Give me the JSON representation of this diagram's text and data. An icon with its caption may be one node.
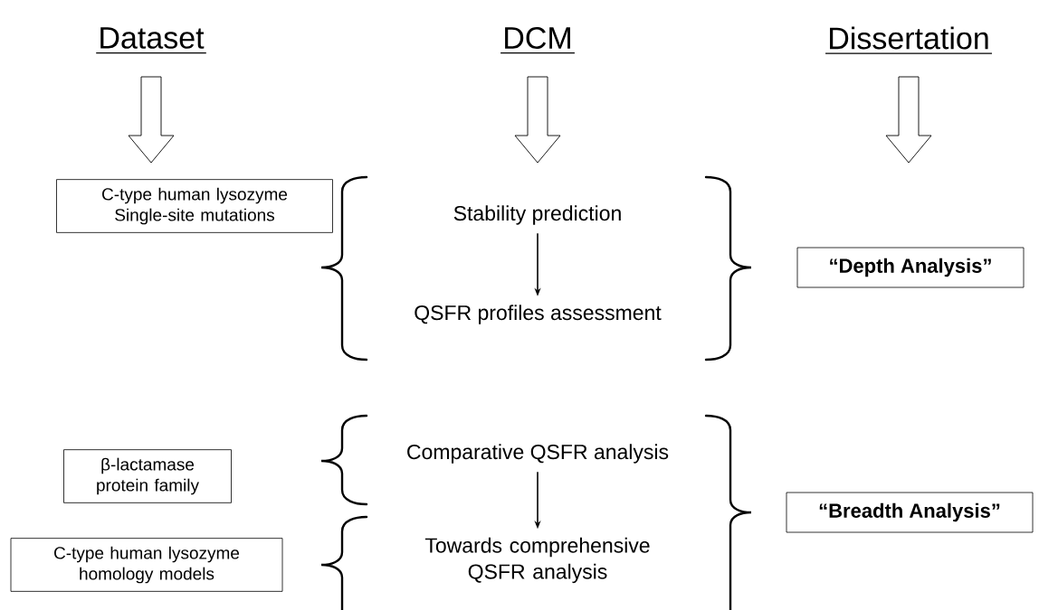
{
  "diagram": {
    "nodes": [
      {
        "text": [
          "Dataset"
        ]
      },
      {
        "text": [
          "DCM"
        ]
      },
      {
        "text": [
          "Dissertation"
        ]
      },
      {
        "text": [
          "C-type human lysozyme Single-site mutations"
        ]
      },
      {
        "text": [
          "Stability prediction"
        ]
      },
      {
        "text": [
          "QSFR profiles assessment"
        ]
      },
      {
        "text": [
          "“Depth Analysis”"
        ]
      },
      {
        "text": [
          "β-lactamase protein family"
        ]
      },
      {
        "text": [
          "Comparative QSFR analysis"
        ]
      },
      {
        "text": [
          "“Breadth Analysis”"
        ]
      },
      {
        "text": [
          "C-type human lysozyme homology models"
        ]
      },
      {
        "text": [
          "Towards comprehensive QSFR analysis"
        ]
      }
    ],
    "edges": [
      {
        "from": 0,
        "to": null,
        "arrow": "to"
      },
      {
        "from": 1,
        "to": null,
        "arrow": "to"
      },
      {
        "from": 2,
        "to": null,
        "arrow": "to"
      },
      {
        "from": 4,
        "to": 5,
        "arrow": "to"
      },
      {
        "from": 8,
        "to": 11,
        "arrow": "to"
      }
    ]
  }
}
